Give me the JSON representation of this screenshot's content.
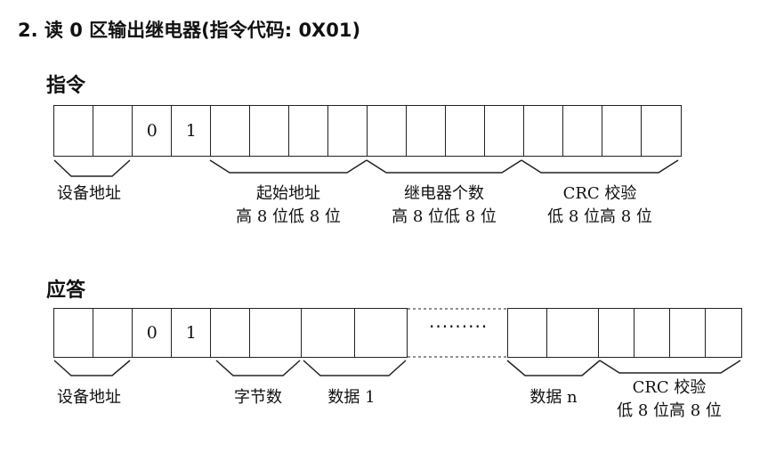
{
  "title": "2. 读 0 区输出继电器(指令代码: 0X01)",
  "command": {
    "heading": "指令",
    "cells": [
      "",
      "",
      "0",
      "1",
      "",
      "",
      "",
      "",
      "",
      "",
      "",
      "",
      "",
      "",
      "",
      ""
    ],
    "labels": [
      {
        "line1": "设备地址",
        "line2": ""
      },
      {
        "line1": "起始地址",
        "line2": "高 8 位低 8 位"
      },
      {
        "line1": "继电器个数",
        "line2": "高 8 位低 8 位"
      },
      {
        "line1": "CRC 校验",
        "line2": "低 8 位高 8 位"
      }
    ]
  },
  "response": {
    "heading": "应答",
    "cells_left": [
      "",
      "",
      "0",
      "1",
      "",
      "",
      "",
      ""
    ],
    "ellipsis": "·········",
    "cells_right": [
      "",
      "",
      "",
      "",
      "",
      ""
    ],
    "labels": [
      {
        "line1": "设备地址",
        "line2": ""
      },
      {
        "line1": "字节数",
        "line2": ""
      },
      {
        "line1": "数据 1",
        "line2": ""
      },
      {
        "line1": "数据 n",
        "line2": ""
      },
      {
        "line1": "CRC 校验",
        "line2": "低 8 位高 8 位"
      }
    ]
  }
}
